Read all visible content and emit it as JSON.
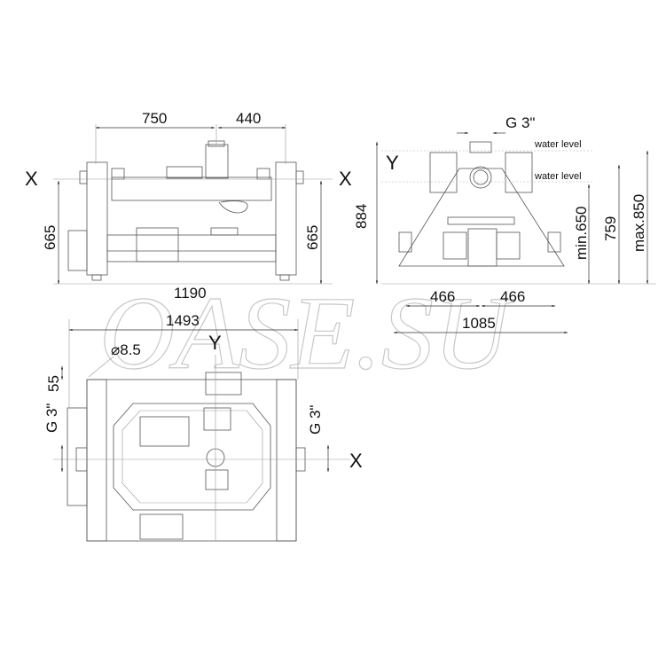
{
  "watermark": "OASE.SU",
  "front_view": {
    "dim_left_top": "750",
    "dim_right_top": "440",
    "axis_left": "X",
    "axis_right": "X",
    "height_left": "665",
    "height_right": "665",
    "width_bottom": "1190"
  },
  "side_view": {
    "inlet": "G 3\"",
    "water_level_top": "water level",
    "water_level_bottom": "water level",
    "axis": "Y",
    "height_total": "884",
    "min_level": "min.650",
    "mid_level": "759",
    "max_level": "max.850",
    "half_left": "466",
    "half_right": "466",
    "base_width": "1085"
  },
  "top_view": {
    "overall_width": "1493",
    "hole_diameter": "⌀8.5",
    "axis_y": "Y",
    "offset": "55",
    "inlet_left": "G 3\"",
    "inlet_right": "G 3\"",
    "axis_x": "X"
  }
}
